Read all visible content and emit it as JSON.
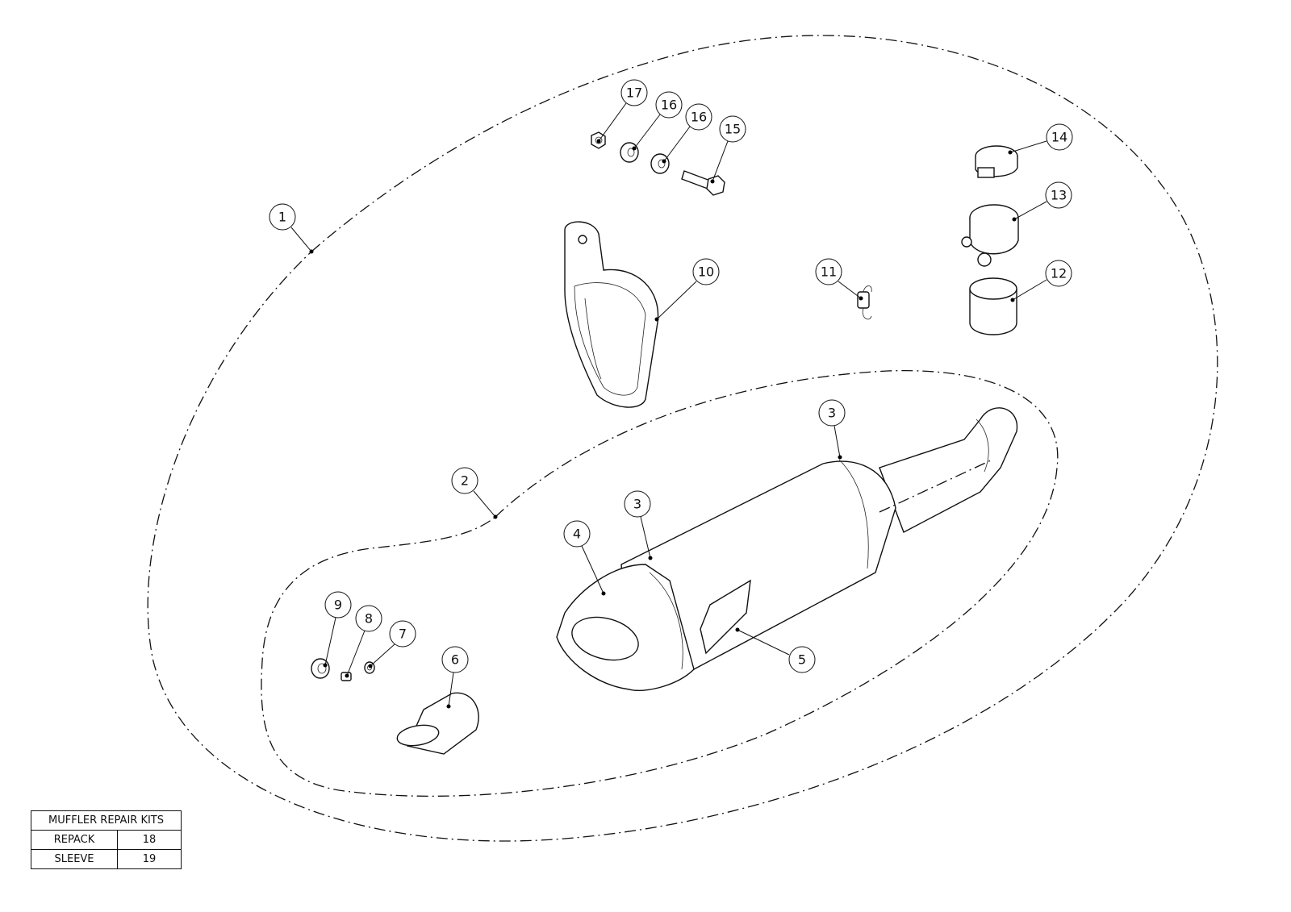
{
  "callouts": [
    "1",
    "2",
    "3",
    "3",
    "4",
    "5",
    "6",
    "7",
    "8",
    "9",
    "10",
    "11",
    "12",
    "13",
    "14",
    "15",
    "16",
    "16",
    "17"
  ],
  "repair_kits": {
    "title": "MUFFLER REPAIR KITS",
    "rows": [
      {
        "name": "REPACK",
        "number": "18"
      },
      {
        "name": "SLEEVE",
        "number": "19"
      }
    ]
  }
}
